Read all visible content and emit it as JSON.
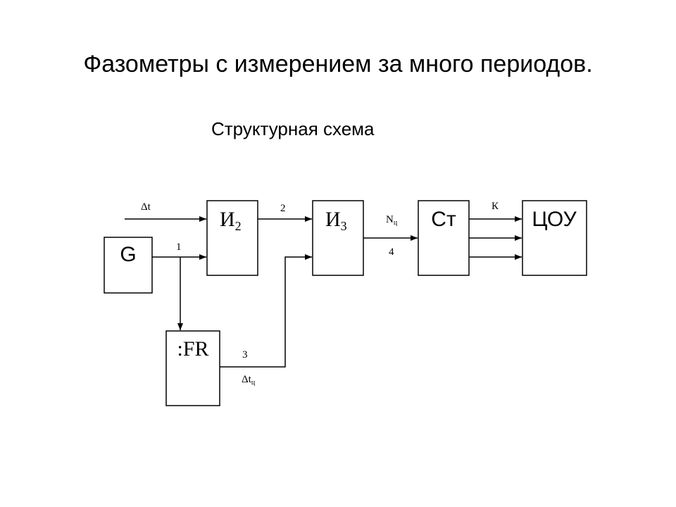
{
  "slide": {
    "title": "Фазометры с измерением за много периодов.",
    "subtitle": "Структурная схема"
  },
  "diagram": {
    "blocks": {
      "g": "G",
      "i2_main": "И",
      "i2_sub": "2",
      "i3_main": "И",
      "i3_sub": "3",
      "st": "Ст",
      "tsou": "ЦОУ",
      "fr": ":FR"
    },
    "signals": {
      "dt_main": "Δt",
      "line1": "1",
      "line2": "2",
      "line3": "3",
      "line4": "4",
      "nc_main": "N",
      "nc_sub": "ц",
      "k": "К",
      "dtc_main": "Δt",
      "dtc_sub": "ц"
    }
  }
}
